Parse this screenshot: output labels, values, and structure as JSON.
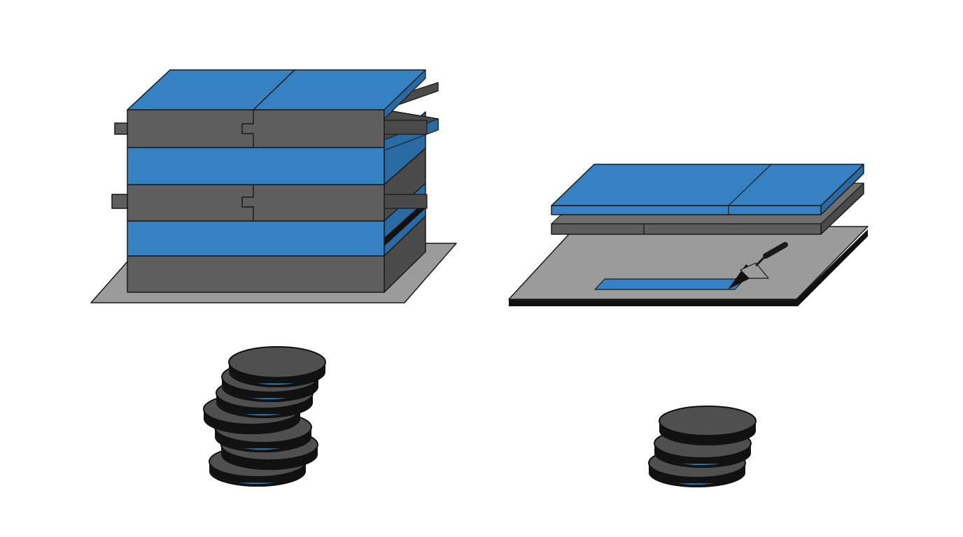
{
  "colors": {
    "background": "#ffffff",
    "blue": "#3581c2",
    "blue_dark": "#2a6aa3",
    "gray": "#5e5e5e",
    "gray_side": "#4a4a4a",
    "gray_top": "#6e6e6e",
    "base_light": "#9b9b9b",
    "base_dark": "#111111",
    "outline": "#1a1a1a",
    "disc_top": "#4f4f4f",
    "disc_body": "#111111"
  },
  "icons": {
    "trowel": "trowel-icon"
  },
  "left_group": {
    "description_visible": false,
    "stack_layers": [
      "blue",
      "gray",
      "blue",
      "gray",
      "blue",
      "gray"
    ],
    "disc_stack_count": 7,
    "disc_blue_rims": [
      true,
      true,
      true,
      false,
      true,
      false,
      true
    ]
  },
  "right_group": {
    "description_visible": false,
    "stack_layers": [
      "blue",
      "gray"
    ],
    "has_trowel": true,
    "disc_stack_count": 3,
    "disc_blue_rims": [
      false,
      true,
      true
    ]
  }
}
